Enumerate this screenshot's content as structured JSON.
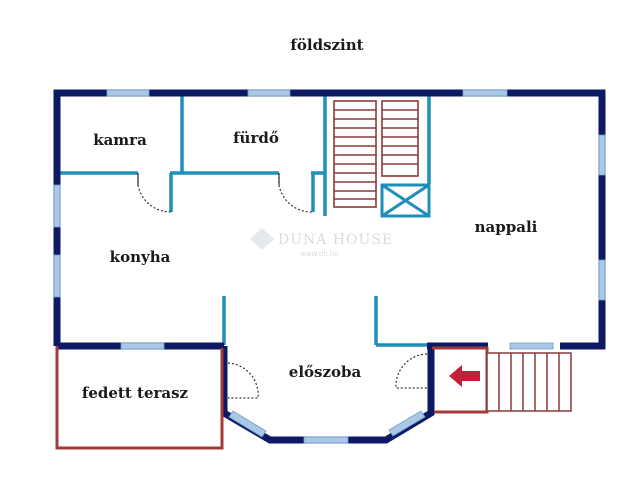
{
  "floor_title": "földszint",
  "rooms": {
    "pantry": "kamra",
    "bathroom": "fürdő",
    "living_room": "nappali",
    "kitchen": "konyha",
    "hallway": "előszoba",
    "covered_terrace": "fedett terasz"
  },
  "watermark": {
    "brand": "DUNA HOUSE",
    "url": "www.dh.hu"
  },
  "colors": {
    "outer_wall": "#0d1a63",
    "inner_wall": "#1f8fb8",
    "window": "#a9c7e6",
    "terrace": "#a33a3a",
    "stairs": "#8b3a3a",
    "arrow": "#c21f3b",
    "door": "#333333"
  },
  "icons": {
    "entrance_arrow": "arrow-left-icon",
    "stair_opening": "cross-box-icon"
  }
}
